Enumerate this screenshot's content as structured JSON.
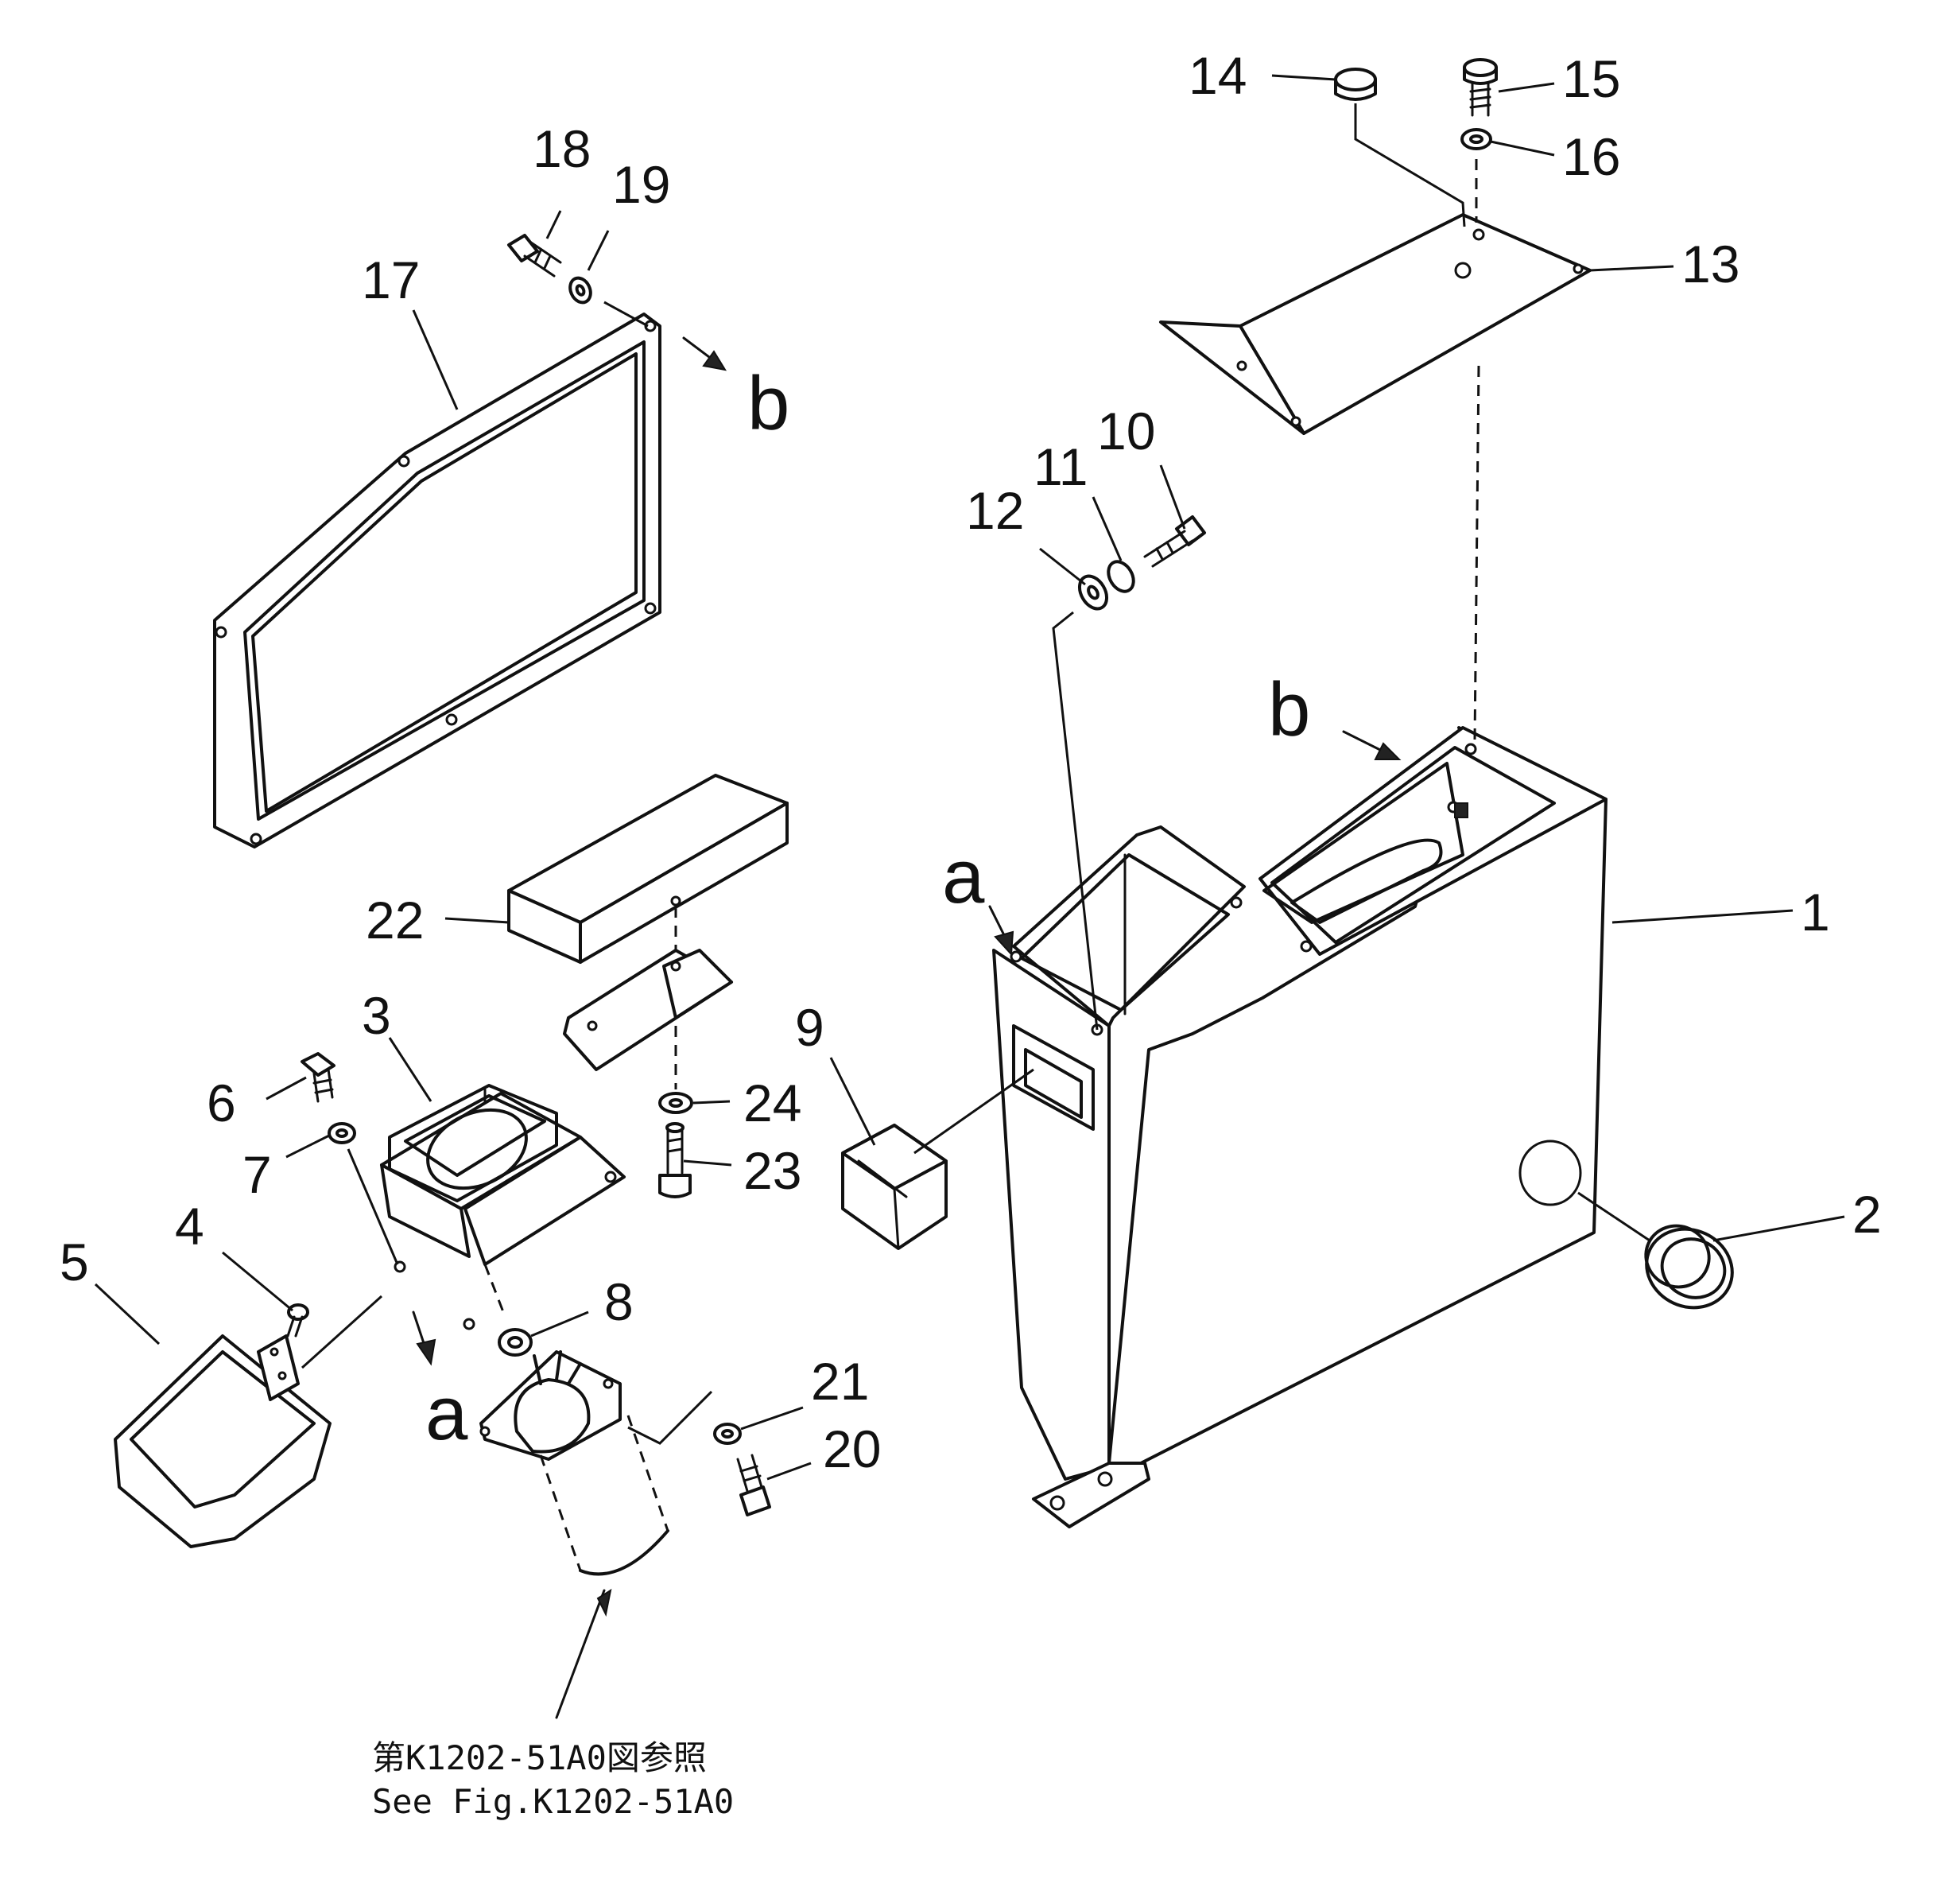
{
  "callouts": {
    "n1": "1",
    "n2": "2",
    "n3": "3",
    "n4": "4",
    "n5": "5",
    "n6": "6",
    "n7": "7",
    "n8": "8",
    "n9": "9",
    "n10": "10",
    "n11": "11",
    "n12": "12",
    "n13": "13",
    "n14": "14",
    "n15": "15",
    "n16": "16",
    "n17": "17",
    "n18": "18",
    "n19": "19",
    "n20": "20",
    "n21": "21",
    "n22": "22",
    "n23": "23",
    "n24": "24"
  },
  "refs": {
    "a_left": "a",
    "a_right": "a",
    "b_left": "b",
    "b_right": "b"
  },
  "note": {
    "line_jp": "第K1202-51A0図参照",
    "line_en": "See Fig.K1202-51A0"
  }
}
